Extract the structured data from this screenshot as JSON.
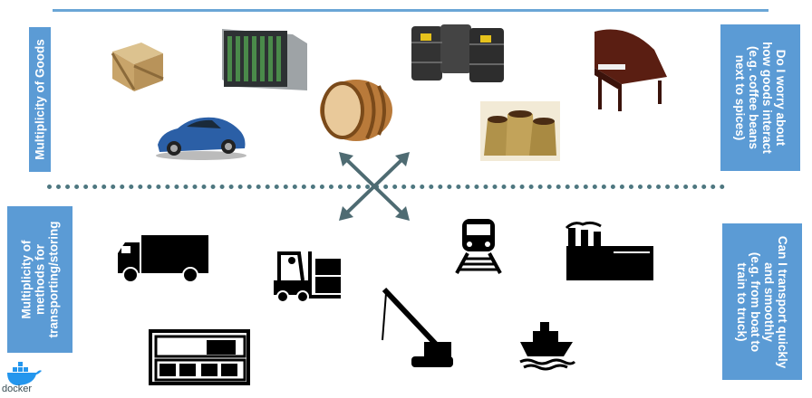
{
  "left_labels": {
    "goods": "Multiplicity of Goods",
    "methods": [
      "Multiplicity of",
      "methods for",
      "transporting/storing"
    ]
  },
  "right_labels": {
    "goods_question": [
      "Do I worry about",
      "how goods interact",
      "(e.g. coffee beans",
      "next to spices)"
    ],
    "transport_question": [
      "Can I transport quickly",
      "and smoothly",
      "(e.g. from boat to",
      "train to truck)"
    ]
  },
  "logo": {
    "text": "docker"
  },
  "colors": {
    "box_blue": "#5b9bd5",
    "divider": "#4e7780",
    "arrow": "#4e6b72"
  },
  "icons": {
    "goods": [
      "crate-icon",
      "server-rack-icon",
      "oil-barrels-icon",
      "grand-piano-icon",
      "sports-car-icon",
      "wooden-barrel-icon",
      "coffee-sacks-icon"
    ],
    "transport": [
      "truck-icon",
      "forklift-icon",
      "train-icon",
      "factory-icon",
      "container-stack-icon",
      "crane-icon",
      "ship-icon"
    ]
  }
}
